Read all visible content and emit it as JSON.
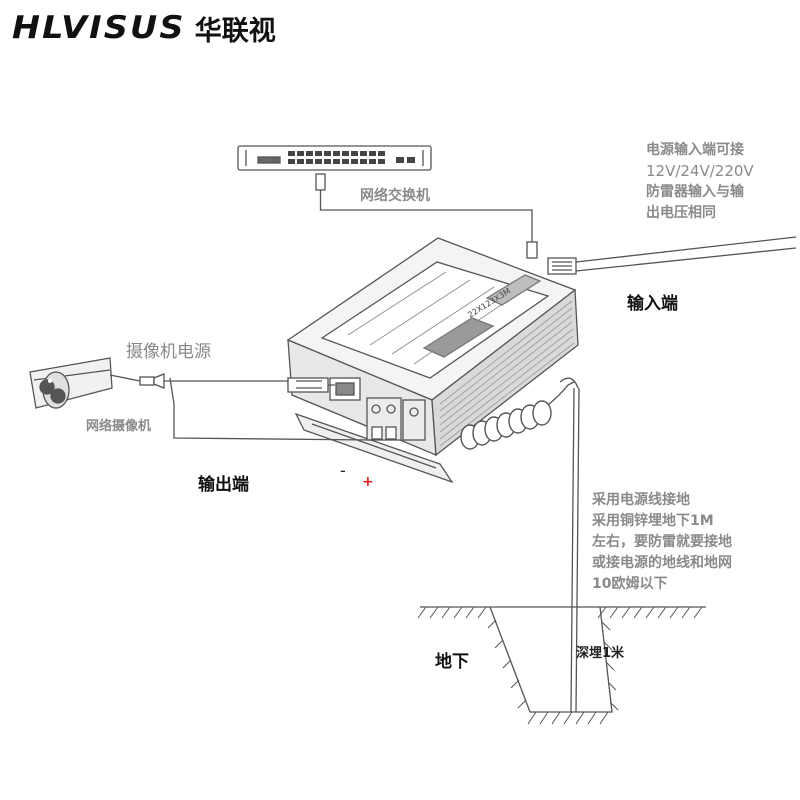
{
  "brand": {
    "name_en": "HLVISUS",
    "name_cn": "华联视"
  },
  "labels": {
    "switch": "网络交换机",
    "camera": "网络摄像机",
    "camera_power": "摄像机电源",
    "input_end": "输入端",
    "output_end": "输出端",
    "minus": "-",
    "plus": "+",
    "underground": "地下",
    "depth": "深埋1米",
    "device_label": "22X123X3M"
  },
  "input_note": [
    "电源输入端可接",
    "12V/24V/220V",
    "防雷器输入与输",
    "出电压相同"
  ],
  "ground_note": [
    "采用电源线接地",
    "采用铜锌埋地下1M",
    "左右，要防雷就要接地",
    "或接电源的地线和地网",
    "10欧姆以下"
  ],
  "colors": {
    "line": "#555555",
    "label_gray": "#8a8a8a",
    "text_dark": "#111111",
    "plus_red": "#e02020"
  }
}
